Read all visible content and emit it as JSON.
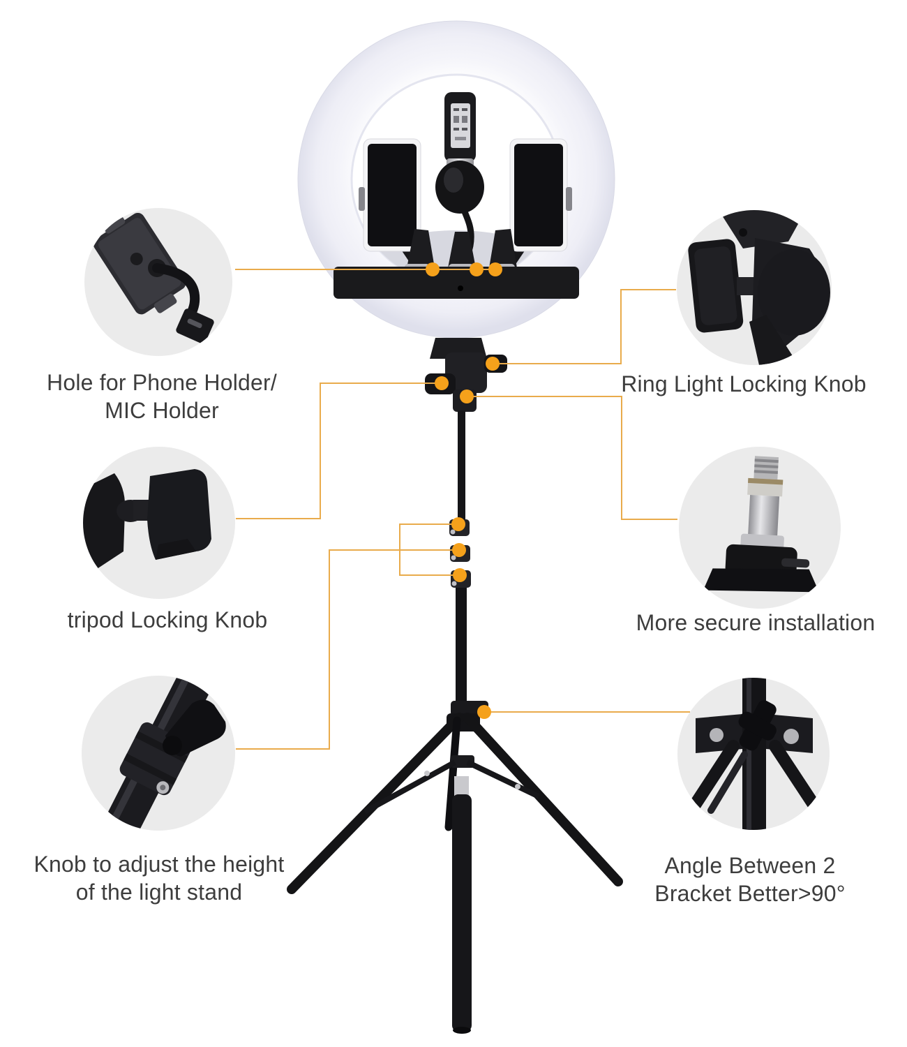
{
  "page": {
    "type": "product-callout-diagram",
    "subject": "ring light with phone holders, microphone and tripod light stand",
    "background": "#ffffff"
  },
  "colors": {
    "leader_line": "#e9ab4b",
    "connector_dot": "#f5a11b",
    "label_text": "#3d3d3d",
    "inset_background": "#ebebeb",
    "product_black": "#1a1a1d",
    "ring_light_edge": "#dfe0ec"
  },
  "callouts": {
    "phone_holder": {
      "line1": "Hole for Phone Holder/",
      "line2": "MIC Holder"
    },
    "ring_lock": {
      "line1": "Ring Light Locking Knob"
    },
    "tripod_lock": {
      "line1": "tripod Locking Knob"
    },
    "secure_install": {
      "line1": "More secure installation"
    },
    "height_knob": {
      "line1": "Knob to adjust the height",
      "line2": "of the light stand"
    },
    "angle_bracket": {
      "line1": "Angle Between 2",
      "line2": "Bracket Better>90°"
    }
  },
  "insets": {
    "phone_holder_closeup": "flexible-arm phone holder photo",
    "ring_lock_closeup": "ring light locking knob photo",
    "tripod_lock_closeup": "tripod locking knob photo",
    "secure_install_closeup": "metal spigot screw adapter photo",
    "height_knob_closeup": "height adjustment clamp knob photo",
    "angle_bracket_closeup": "tripod leg bracket knob photo"
  }
}
